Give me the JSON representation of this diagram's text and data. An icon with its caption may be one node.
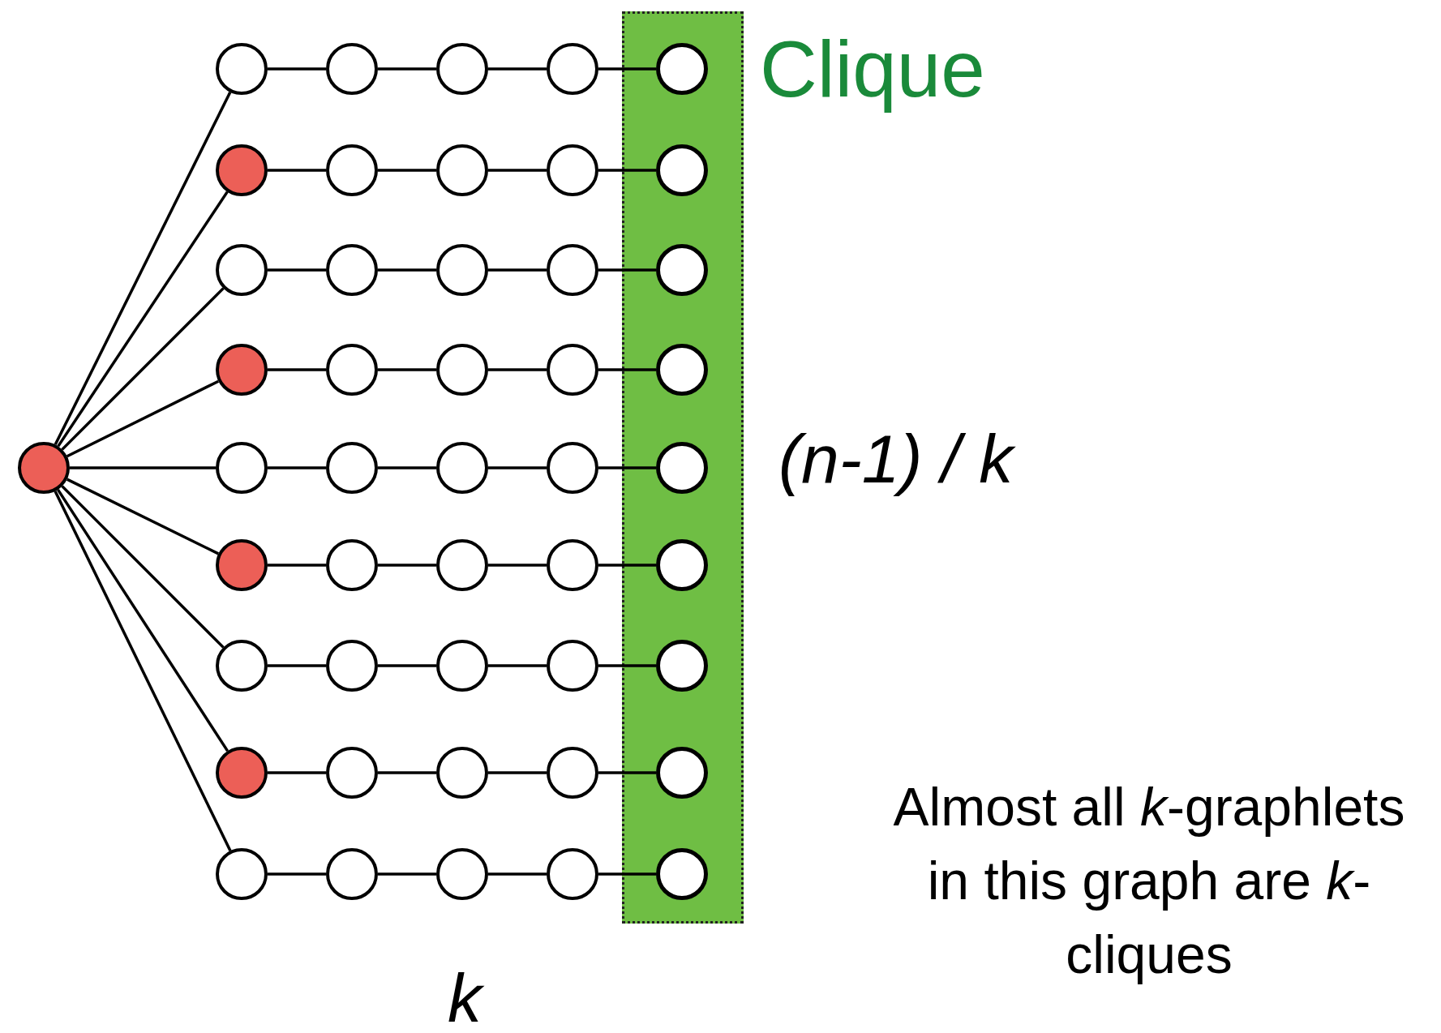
{
  "diagram": {
    "nodes": [
      {
        "text": [
          "Clique"
        ]
      },
      {
        "text": [],
        "shape": "circle"
      },
      {
        "text": [],
        "shape": "circle"
      },
      {
        "text": [],
        "shape": "circle"
      },
      {
        "text": [],
        "shape": "circle"
      },
      {
        "text": [],
        "shape": "circle"
      },
      {
        "text": [],
        "shape": "circle",
        "in": 0
      },
      {
        "text": [],
        "shape": "circle"
      },
      {
        "text": [],
        "shape": "circle"
      },
      {
        "text": [],
        "shape": "circle"
      },
      {
        "text": [],
        "shape": "circle"
      },
      {
        "text": [],
        "shape": "circle",
        "in": 0
      },
      {
        "text": [],
        "shape": "circle"
      },
      {
        "text": [],
        "shape": "circle"
      },
      {
        "text": [],
        "shape": "circle"
      },
      {
        "text": [],
        "shape": "circle"
      },
      {
        "text": [],
        "shape": "circle",
        "in": 0
      },
      {
        "text": [],
        "shape": "circle"
      },
      {
        "text": [],
        "shape": "circle"
      },
      {
        "text": [],
        "shape": "circle"
      },
      {
        "text": [],
        "shape": "circle"
      },
      {
        "text": [],
        "shape": "circle",
        "in": 0
      },
      {
        "text": [],
        "shape": "circle"
      },
      {
        "text": [],
        "shape": "circle"
      },
      {
        "text": [],
        "shape": "circle"
      },
      {
        "text": [],
        "shape": "circle"
      },
      {
        "text": [],
        "shape": "circle",
        "in": 0
      },
      {
        "text": [],
        "shape": "circle"
      },
      {
        "text": [],
        "shape": "circle"
      },
      {
        "text": [],
        "shape": "circle"
      },
      {
        "text": [],
        "shape": "circle"
      },
      {
        "text": [],
        "shape": "circle",
        "in": 0
      },
      {
        "text": [],
        "shape": "circle"
      },
      {
        "text": [],
        "shape": "circle"
      },
      {
        "text": [],
        "shape": "circle"
      },
      {
        "text": [],
        "shape": "circle"
      },
      {
        "text": [],
        "shape": "circle",
        "in": 0
      },
      {
        "text": [],
        "shape": "circle"
      },
      {
        "text": [],
        "shape": "circle"
      },
      {
        "text": [],
        "shape": "circle"
      },
      {
        "text": [],
        "shape": "circle"
      },
      {
        "text": [],
        "shape": "circle",
        "in": 0
      },
      {
        "text": [],
        "shape": "circle"
      },
      {
        "text": [],
        "shape": "circle"
      },
      {
        "text": [],
        "shape": "circle"
      },
      {
        "text": [],
        "shape": "circle"
      },
      {
        "text": [],
        "shape": "circle",
        "in": 0
      }
    ],
    "edges": [
      {
        "from": 1,
        "to": 2,
        "arrow": "none"
      },
      {
        "from": 1,
        "to": 7,
        "arrow": "none"
      },
      {
        "from": 1,
        "to": 12,
        "arrow": "none"
      },
      {
        "from": 1,
        "to": 17,
        "arrow": "none"
      },
      {
        "from": 1,
        "to": 22,
        "arrow": "none"
      },
      {
        "from": 1,
        "to": 27,
        "arrow": "none"
      },
      {
        "from": 1,
        "to": 32,
        "arrow": "none"
      },
      {
        "from": 1,
        "to": 37,
        "arrow": "none"
      },
      {
        "from": 1,
        "to": 42,
        "arrow": "none"
      },
      {
        "from": 2,
        "to": 3,
        "arrow": "none"
      },
      {
        "from": 3,
        "to": 4,
        "arrow": "none"
      },
      {
        "from": 4,
        "to": 5,
        "arrow": "none"
      },
      {
        "from": 5,
        "to": 6,
        "arrow": "none"
      },
      {
        "from": 7,
        "to": 8,
        "arrow": "none"
      },
      {
        "from": 8,
        "to": 9,
        "arrow": "none"
      },
      {
        "from": 9,
        "to": 10,
        "arrow": "none"
      },
      {
        "from": 10,
        "to": 11,
        "arrow": "none"
      },
      {
        "from": 12,
        "to": 13,
        "arrow": "none"
      },
      {
        "from": 13,
        "to": 14,
        "arrow": "none"
      },
      {
        "from": 14,
        "to": 15,
        "arrow": "none"
      },
      {
        "from": 15,
        "to": 16,
        "arrow": "none"
      },
      {
        "from": 17,
        "to": 18,
        "arrow": "none"
      },
      {
        "from": 18,
        "to": 19,
        "arrow": "none"
      },
      {
        "from": 19,
        "to": 20,
        "arrow": "none"
      },
      {
        "from": 20,
        "to": 21,
        "arrow": "none"
      },
      {
        "from": 22,
        "to": 23,
        "arrow": "none"
      },
      {
        "from": 23,
        "to": 24,
        "arrow": "none"
      },
      {
        "from": 24,
        "to": 25,
        "arrow": "none"
      },
      {
        "from": 25,
        "to": 26,
        "arrow": "none"
      },
      {
        "from": 27,
        "to": 28,
        "arrow": "none"
      },
      {
        "from": 28,
        "to": 29,
        "arrow": "none"
      },
      {
        "from": 29,
        "to": 30,
        "arrow": "none"
      },
      {
        "from": 30,
        "to": 31,
        "arrow": "none"
      },
      {
        "from": 32,
        "to": 33,
        "arrow": "none"
      },
      {
        "from": 33,
        "to": 34,
        "arrow": "none"
      },
      {
        "from": 34,
        "to": 35,
        "arrow": "none"
      },
      {
        "from": 35,
        "to": 36,
        "arrow": "none"
      },
      {
        "from": 37,
        "to": 38,
        "arrow": "none"
      },
      {
        "from": 38,
        "to": 39,
        "arrow": "none"
      },
      {
        "from": 39,
        "to": 40,
        "arrow": "none"
      },
      {
        "from": 40,
        "to": 41,
        "arrow": "none"
      },
      {
        "from": 42,
        "to": 43,
        "arrow": "none"
      },
      {
        "from": 43,
        "to": 44,
        "arrow": "none"
      },
      {
        "from": 44,
        "to": 45,
        "arrow": "none"
      },
      {
        "from": 45,
        "to": 46,
        "arrow": "none"
      }
    ],
    "labels": [
      "(n-1) / k",
      "Almost all *k*-graphlets in this graph are *k*-cliques",
      "k"
    ]
  }
}
